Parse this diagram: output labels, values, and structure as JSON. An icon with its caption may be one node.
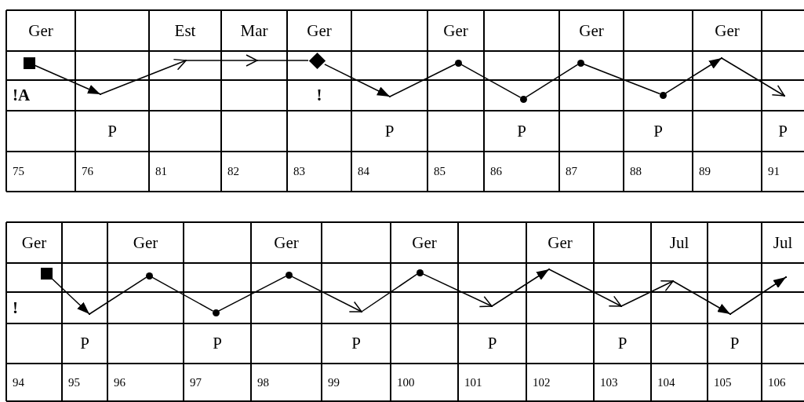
{
  "diagram": {
    "nodes": [
      {
        "text": [],
        "shape": "box"
      },
      {
        "text": [],
        "shape": "point"
      },
      {
        "text": [],
        "shape": "point"
      },
      {
        "text": [],
        "shape": "point"
      },
      {
        "text": [],
        "shape": "diamond"
      },
      {
        "text": [],
        "shape": "point"
      },
      {
        "text": [],
        "shape": "circle"
      },
      {
        "text": [],
        "shape": "circle"
      },
      {
        "text": [],
        "shape": "circle"
      },
      {
        "text": [],
        "shape": "circle"
      },
      {
        "text": [],
        "shape": "point"
      },
      {
        "text": [],
        "shape": "point"
      },
      {
        "text": [],
        "shape": "box"
      },
      {
        "text": [],
        "shape": "point"
      },
      {
        "text": [],
        "shape": "circle"
      },
      {
        "text": [],
        "shape": "circle"
      },
      {
        "text": [],
        "shape": "circle"
      },
      {
        "text": [],
        "shape": "point"
      },
      {
        "text": [],
        "shape": "circle"
      },
      {
        "text": [],
        "shape": "point"
      },
      {
        "text": [],
        "shape": "point"
      },
      {
        "text": [],
        "shape": "point"
      },
      {
        "text": [],
        "shape": "point"
      },
      {
        "text": [],
        "shape": "point"
      },
      {
        "text": [],
        "shape": "point"
      }
    ],
    "edges": [
      {
        "from": 0,
        "to": 1,
        "arrow": "to"
      },
      {
        "from": 1,
        "to": 2,
        "arrow": "to"
      },
      {
        "from": 2,
        "to": 3,
        "arrow": "to"
      },
      {
        "from": 3,
        "to": 4,
        "arrow": "none"
      },
      {
        "from": 4,
        "to": 5,
        "arrow": "to"
      },
      {
        "from": 5,
        "to": 6,
        "arrow": "none"
      },
      {
        "from": 6,
        "to": 7,
        "arrow": "none"
      },
      {
        "from": 7,
        "to": 8,
        "arrow": "none"
      },
      {
        "from": 8,
        "to": 9,
        "arrow": "none"
      },
      {
        "from": 9,
        "to": 10,
        "arrow": "to"
      },
      {
        "from": 10,
        "to": 11,
        "arrow": "to"
      },
      {
        "from": 12,
        "to": 13,
        "arrow": "to"
      },
      {
        "from": 13,
        "to": 14,
        "arrow": "none"
      },
      {
        "from": 14,
        "to": 15,
        "arrow": "none"
      },
      {
        "from": 15,
        "to": 16,
        "arrow": "none"
      },
      {
        "from": 16,
        "to": 17,
        "arrow": "to"
      },
      {
        "from": 17,
        "to": 18,
        "arrow": "none"
      },
      {
        "from": 18,
        "to": 19,
        "arrow": "to"
      },
      {
        "from": 19,
        "to": 20,
        "arrow": "to"
      },
      {
        "from": 20,
        "to": 21,
        "arrow": "to"
      },
      {
        "from": 21,
        "to": 22,
        "arrow": "to"
      },
      {
        "from": 22,
        "to": 23,
        "arrow": "to"
      },
      {
        "from": 23,
        "to": 24,
        "arrow": "to"
      }
    ],
    "labels": [
      "Ger",
      "Est",
      "Mar",
      "Ger",
      "Ger",
      "Ger",
      "Ger",
      "!A",
      "!",
      "P",
      "P",
      "P",
      "P",
      "P",
      "75",
      "76",
      "81",
      "82",
      "83",
      "84",
      "85",
      "86",
      "87",
      "88",
      "89",
      "91",
      "Ger",
      "Ger",
      "Ger",
      "Ger",
      "Ger",
      "Jul",
      "Jul",
      "!",
      "P",
      "P",
      "P",
      "P",
      "P",
      "P",
      "94",
      "95",
      "96",
      "97",
      "98",
      "99",
      "100",
      "101",
      "102",
      "103",
      "104",
      "105",
      "106"
    ]
  }
}
